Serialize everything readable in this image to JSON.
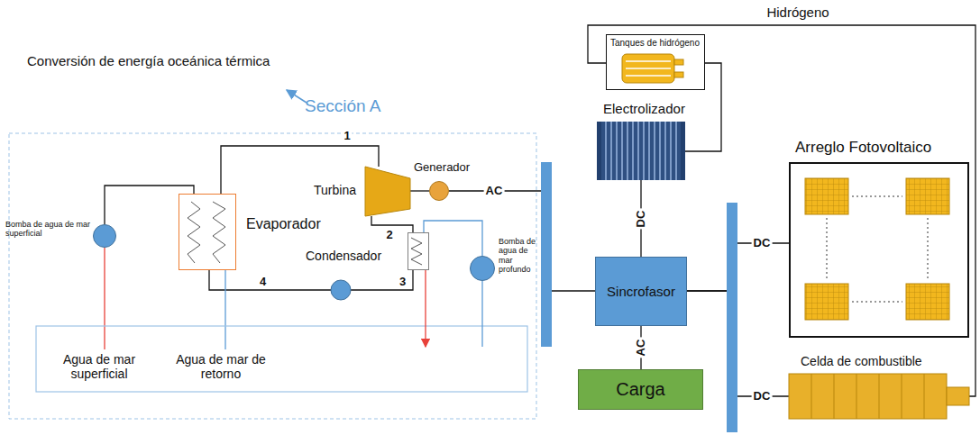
{
  "diagram": {
    "nodes": [
      {
        "text": [
          "Bomba de agua de mar superficial"
        ]
      },
      {
        "text": [
          "Evaporador"
        ]
      },
      {
        "text": [
          "Turbina"
        ]
      },
      {
        "text": [
          "Generador"
        ]
      },
      {
        "text": [
          "Condensador"
        ]
      },
      {
        "text": [
          "Bomba de agua de mar profundo"
        ]
      },
      {
        "text": [
          "Agua de mar superficial"
        ]
      },
      {
        "text": [
          "Agua de mar de retorno"
        ]
      },
      {
        "text": [
          "Electrolizador"
        ]
      },
      {
        "text": [
          "Tanques de hidrógeno"
        ]
      },
      {
        "text": [
          "Sincrofasor"
        ]
      },
      {
        "text": [
          "Carga"
        ]
      },
      {
        "text": [
          "Arreglo Fotovoltaico"
        ]
      },
      {
        "text": [
          "Celda de combustible"
        ]
      }
    ],
    "edges": [
      {
        "from": 6,
        "to": 0,
        "arrow": "to"
      },
      {
        "from": 0,
        "to": 1,
        "arrow": "to"
      },
      {
        "from": 1,
        "to": 2,
        "label": "1",
        "arrow": "to"
      },
      {
        "from": 2,
        "to": 3,
        "arrow": "none"
      },
      {
        "from": 2,
        "to": 4,
        "label": "2",
        "arrow": "none"
      },
      {
        "from": 4,
        "to": 1,
        "arrow": "to"
      },
      {
        "from": 1,
        "to": 7,
        "arrow": "to"
      },
      {
        "from": 5,
        "to": 4,
        "arrow": "to"
      },
      {
        "from": 3,
        "to": 10,
        "label": "AC",
        "arrow": "to"
      },
      {
        "from": 8,
        "to": 9,
        "arrow": "to"
      },
      {
        "from": 9,
        "to": 13,
        "label": "Hidrógeno",
        "arrow": "to"
      },
      {
        "from": 10,
        "to": 8,
        "label": "DC",
        "arrow": "to"
      },
      {
        "from": 10,
        "to": 11,
        "label": "AC",
        "arrow": "to"
      },
      {
        "from": 12,
        "to": 10,
        "label": "DC",
        "arrow": "to"
      },
      {
        "from": 13,
        "to": 10,
        "label": "DC",
        "arrow": "to"
      }
    ],
    "labels": [
      "Conversión de energía oceánica térmica",
      "Sección A",
      "3",
      "4"
    ]
  }
}
